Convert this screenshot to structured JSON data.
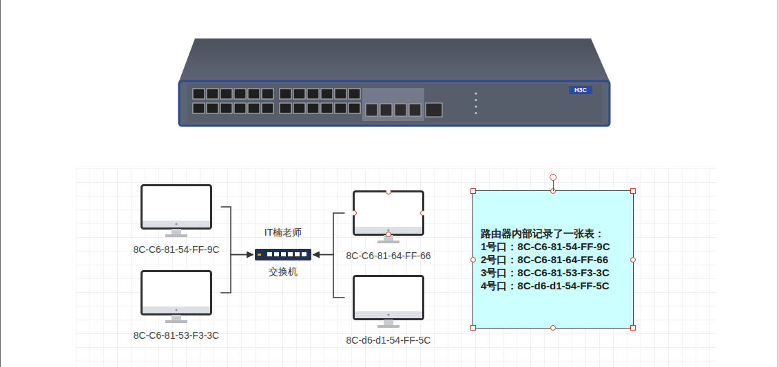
{
  "diagram": {
    "nodes": [
      {
        "text": [
          "8C-C6-81-54-FF-9C"
        ]
      },
      {
        "text": [
          "8C-C6-81-53-F3-3C"
        ]
      },
      {
        "text": [
          "IT楠老师",
          "交换机"
        ]
      },
      {
        "text": [
          "8C-C6-81-64-FF-66"
        ]
      },
      {
        "text": [
          "8C-d6-d1-54-FF-5C"
        ]
      },
      {
        "text": [
          "路由器内部记录了一张表：",
          "1号口：8C-C6-81-54-FF-9C",
          "2号口：8C-C6-81-64-FF-66",
          "3号口：8C-C6-81-53-F3-3C",
          "4号口：8C-d6-d1-54-FF-5C"
        ]
      }
    ],
    "edges": [
      {
        "from": 0,
        "to": 2,
        "arrow": "to"
      },
      {
        "from": 1,
        "to": 2,
        "arrow": "to"
      },
      {
        "from": 3,
        "to": 2,
        "arrow": "to"
      },
      {
        "from": 4,
        "to": 2,
        "arrow": "to"
      }
    ],
    "labels": [
      "H3C"
    ]
  }
}
